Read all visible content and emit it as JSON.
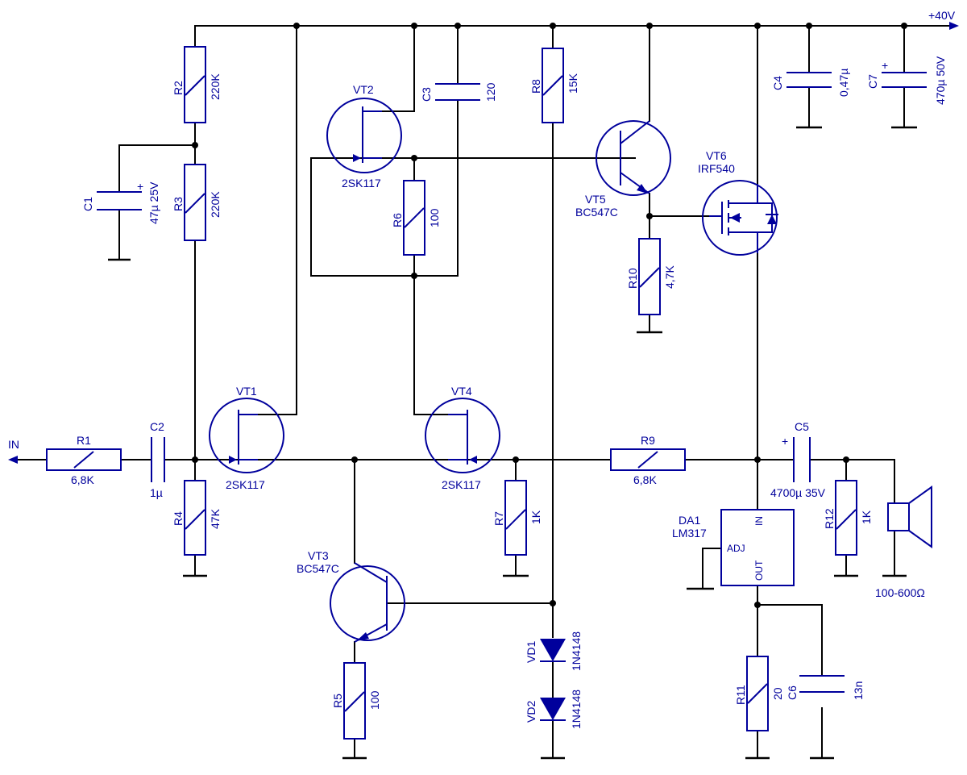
{
  "labels": {
    "supply": "+40V",
    "input": "IN",
    "speaker": "100-600Ω"
  },
  "components": {
    "R1": {
      "ref": "R1",
      "value": "6,8K"
    },
    "R2": {
      "ref": "R2",
      "value": "220K"
    },
    "R3": {
      "ref": "R3",
      "value": "220K"
    },
    "R4": {
      "ref": "R4",
      "value": "47K"
    },
    "R5": {
      "ref": "R5",
      "value": "100"
    },
    "R6": {
      "ref": "R6",
      "value": "100"
    },
    "R7": {
      "ref": "R7",
      "value": "1K"
    },
    "R8": {
      "ref": "R8",
      "value": "15K"
    },
    "R9": {
      "ref": "R9",
      "value": "6,8K"
    },
    "R10": {
      "ref": "R10",
      "value": "4,7K"
    },
    "R11": {
      "ref": "R11",
      "value": "20"
    },
    "R12": {
      "ref": "R12",
      "value": "1K"
    },
    "C1": {
      "ref": "C1",
      "value": "47µ 25V",
      "polarity": "+"
    },
    "C2": {
      "ref": "C2",
      "value": "1µ"
    },
    "C3": {
      "ref": "C3",
      "value": "120"
    },
    "C4": {
      "ref": "C4",
      "value": "0,47µ"
    },
    "C5": {
      "ref": "C5",
      "value": "4700µ 35V",
      "polarity": "+"
    },
    "C6": {
      "ref": "C6",
      "value": "13n"
    },
    "C7": {
      "ref": "C7",
      "value": "470µ 50V",
      "polarity": "+"
    },
    "VT1": {
      "ref": "VT1",
      "value": "2SK117"
    },
    "VT2": {
      "ref": "VT2",
      "value": "2SK117"
    },
    "VT3": {
      "ref": "VT3",
      "value": "BC547C"
    },
    "VT4": {
      "ref": "VT4",
      "value": "2SK117"
    },
    "VT5": {
      "ref": "VT5",
      "value": "BC547C"
    },
    "VT6": {
      "ref": "VT6",
      "value": "IRF540"
    },
    "VD1": {
      "ref": "VD1",
      "value": "1N4148"
    },
    "VD2": {
      "ref": "VD2",
      "value": "1N4148"
    },
    "DA1": {
      "ref": "DA1",
      "value": "LM317",
      "pin_in": "IN",
      "pin_adj": "ADJ",
      "pin_out": "OUT"
    }
  }
}
